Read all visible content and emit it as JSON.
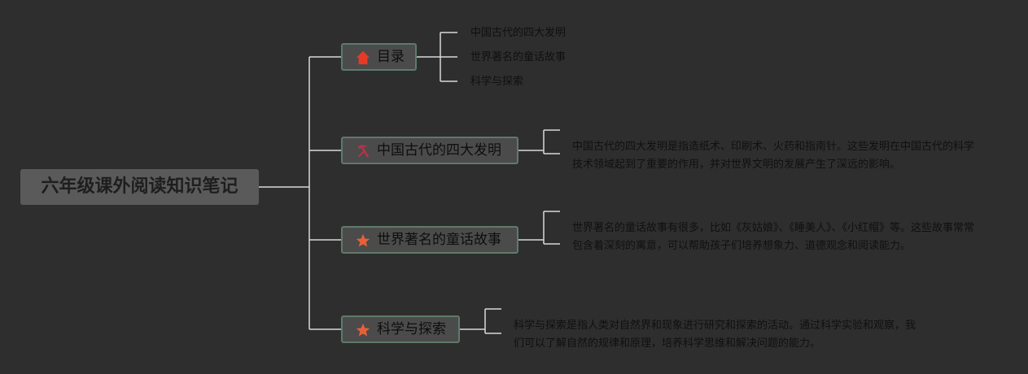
{
  "root": {
    "title": "六年级课外阅读知识笔记"
  },
  "branches": [
    {
      "label": "目录",
      "icon": "home-icon",
      "icon_color": "#e63a26",
      "children": [
        "中国古代的四大发明",
        "世界著名的童话故事",
        "科学与探索"
      ]
    },
    {
      "label": "中国古代的四大发明",
      "icon": "pick-hammer-icon",
      "icon_color": "#c0304a",
      "note": "中国古代的四大发明是指造纸术、印刷术、火药和指南针。这些发明在中国古代的科学技术领域起到了重要的作用，并对世界文明的发展产生了深远的影响。"
    },
    {
      "label": "世界著名的童话故事",
      "icon": "star-icon",
      "icon_color": "#e8603a",
      "note": "世界著名的童话故事有很多，比如《灰姑娘》、《睡美人》、《小红帽》等。这些故事常常包含着深刻的寓意，可以帮助孩子们培养想象力、道德观念和阅读能力。"
    },
    {
      "label": "科学与探索",
      "icon": "star-icon",
      "icon_color": "#e8603a",
      "note": "科学与探索是指人类对自然界和现象进行研究和探索的活动。通过科学实验和观察，我们可以了解自然的规律和原理，培养科学思维和解决问题的能力。"
    }
  ]
}
